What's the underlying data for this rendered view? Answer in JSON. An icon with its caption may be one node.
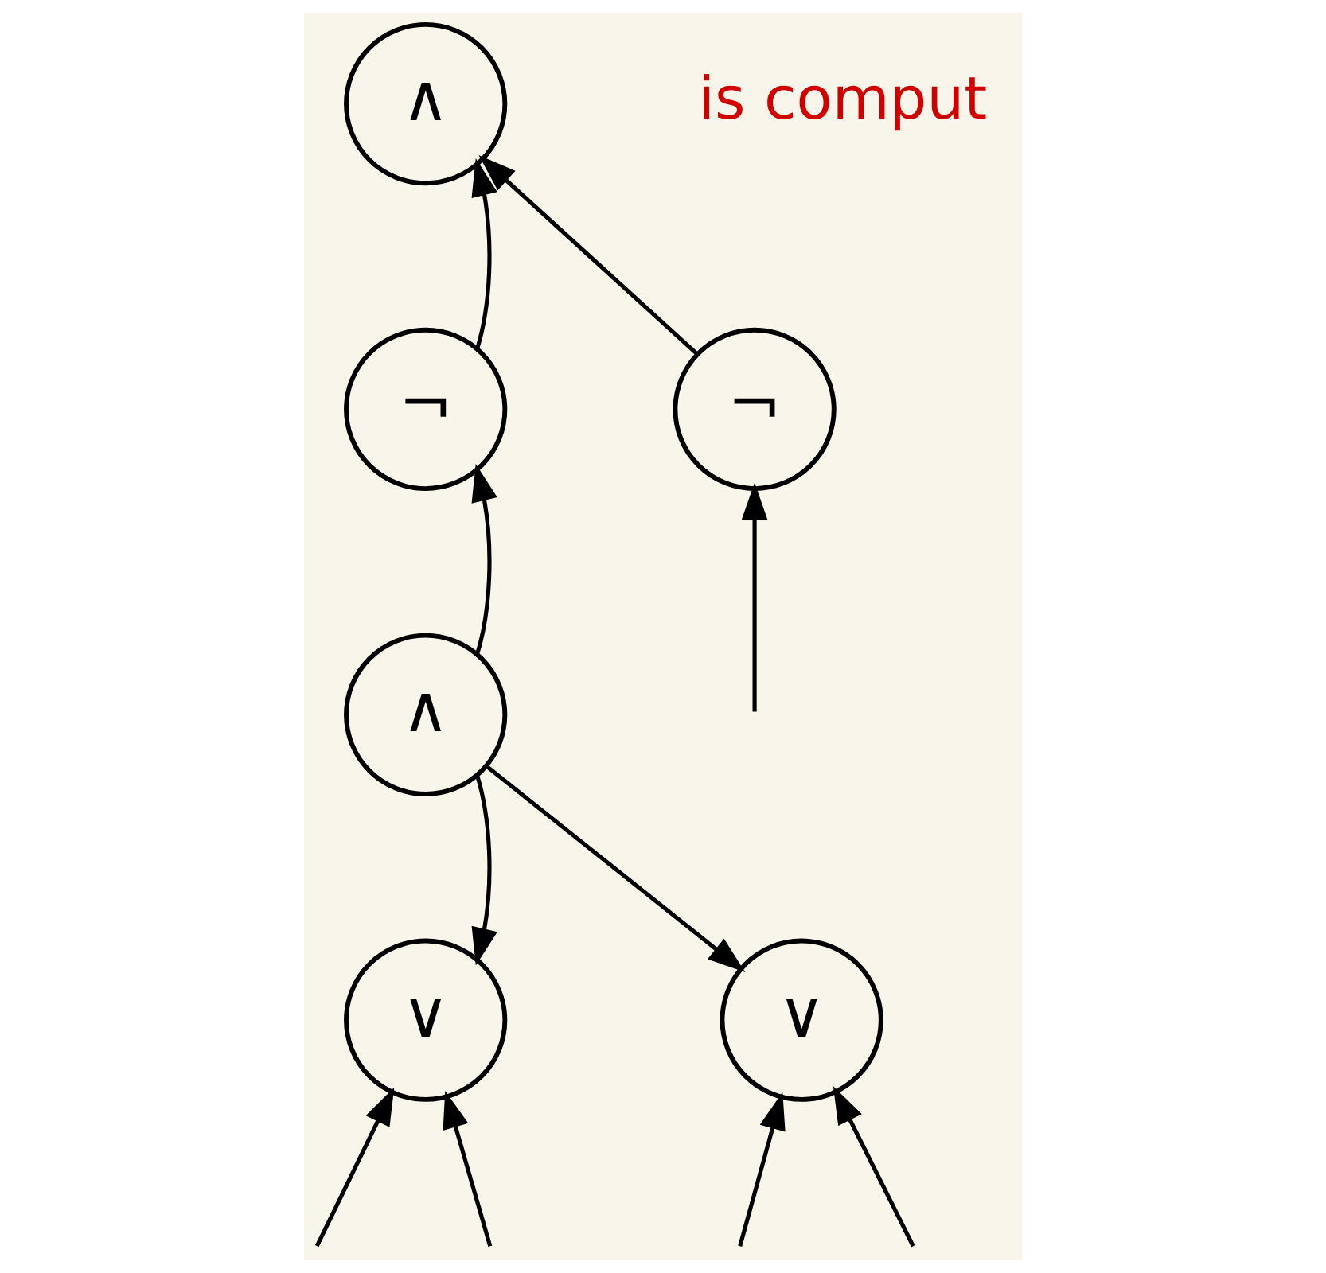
{
  "diagram": {
    "nodes": [
      {
        "text": [
          "∧"
        ]
      },
      {
        "text": [
          "¬"
        ]
      },
      {
        "text": [
          "¬"
        ]
      },
      {
        "text": [
          "∧"
        ]
      },
      {
        "text": [
          "∨"
        ]
      },
      {
        "text": [
          "∨"
        ]
      }
    ],
    "edges": [
      {
        "from": 1,
        "to": 0,
        "arrow": "to"
      },
      {
        "from": 2,
        "to": 0,
        "arrow": "to"
      },
      {
        "from": null,
        "to": 2,
        "arrow": "to"
      },
      {
        "from": 3,
        "to": 1,
        "arrow": "to"
      },
      {
        "from": 3,
        "to": 4,
        "arrow": "to"
      },
      {
        "from": 3,
        "to": 5,
        "arrow": "to"
      },
      {
        "from": null,
        "to": 4,
        "arrow": "to"
      },
      {
        "from": null,
        "to": 4,
        "arrow": "to"
      },
      {
        "from": null,
        "to": 5,
        "arrow": "to"
      },
      {
        "from": null,
        "to": 5,
        "arrow": "to"
      }
    ],
    "labels": [
      "is comput"
    ]
  }
}
